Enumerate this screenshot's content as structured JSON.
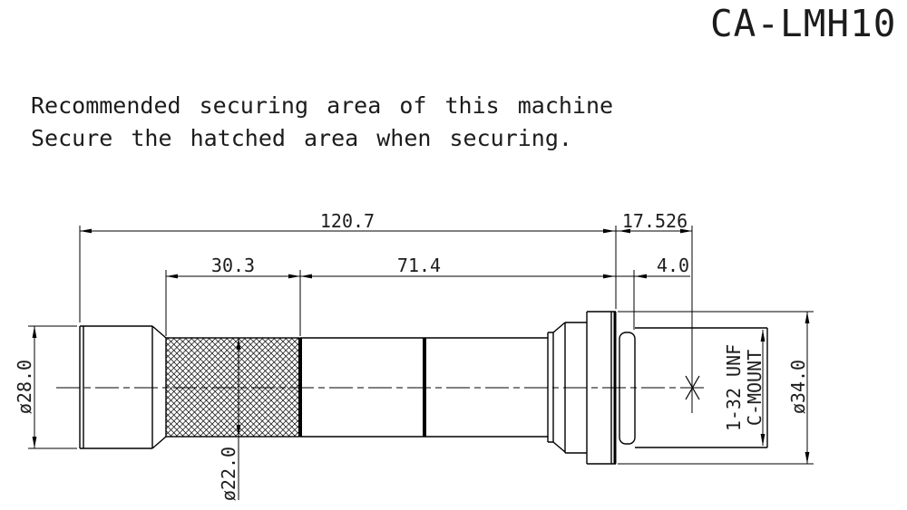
{
  "title": "CA-LMH10",
  "note": {
    "line1": "Recommended securing area of this machine",
    "line2": "Secure the hatched area when securing."
  },
  "dimensions": {
    "overall_length": "120.7",
    "flange_focal_distance": "17.526",
    "securing_area_length": "30.3",
    "barrel_length": "71.4",
    "thread_relief_length": "4.0",
    "rear_diameter": "ø28.0",
    "securing_area_diameter": "ø22.0",
    "flange_diameter": "ø34.0"
  },
  "mount": {
    "thread_spec": "1-32 UNF",
    "mount_type": "C-MOUNT"
  },
  "colors": {
    "line": "#000000",
    "background": "#ffffff"
  }
}
